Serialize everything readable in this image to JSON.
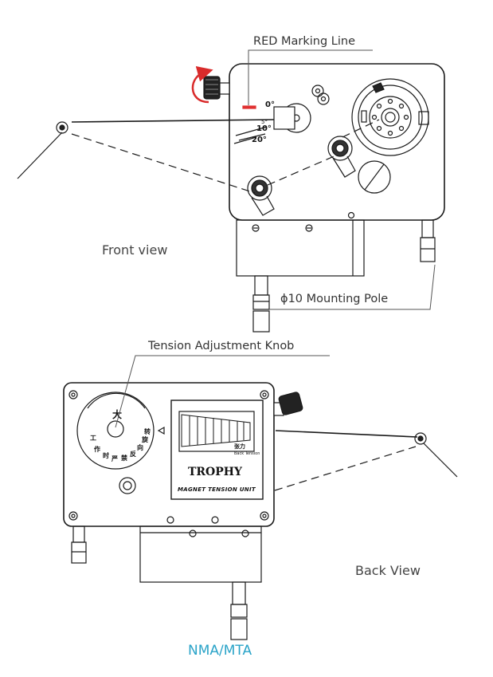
{
  "callouts": {
    "red_marking_line": "RED Marking Line",
    "mounting_pole": "ϕ10 Mounting Pole",
    "tension_knob": "Tension Adjustment Knob"
  },
  "views": {
    "front": "Front view",
    "back": "Back View"
  },
  "front_scale": {
    "deg_0": "0°",
    "deg_5": "5°",
    "deg_10": "10°",
    "deg_20": "20°"
  },
  "back_panel": {
    "dial_large": "大",
    "dial_chars": [
      "工",
      "作",
      "时",
      "严",
      "禁",
      "反",
      "向",
      "旋",
      "转"
    ],
    "gauge_cn": "张力",
    "gauge_en": "Back  Tension",
    "brand": "TROPHY",
    "unit_name": "MAGNET TENSION UNIT"
  },
  "model": "NMA/MTA",
  "colors": {
    "model_accent": "#2aa3c8",
    "red_marking": "#e03030",
    "rotation_arrow": "#d92b2b",
    "line_art": "#1a1a1a"
  }
}
